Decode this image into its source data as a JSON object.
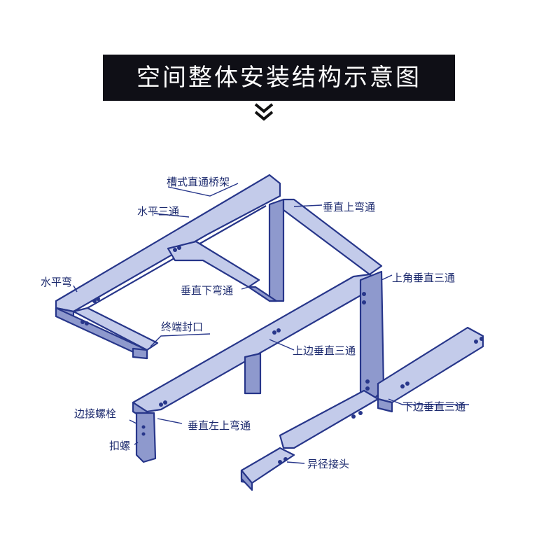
{
  "banner": {
    "title": "空间整体安装结构示意图"
  },
  "colors": {
    "banner_bg": "#0f0f16",
    "banner_text": "#ffffff",
    "tray_fill": "#c3cbea",
    "tray_side": "#8e99cd",
    "tray_stroke": "#27368a",
    "label_text": "#1c2a6e"
  },
  "icons": {
    "chevron": "double-chevron-down-icon"
  },
  "labels": {
    "trough_straight": "槽式直通桥架",
    "horizontal_tee": "水平三通",
    "vertical_up_tee": "垂直上弯通",
    "upper_corner_vertical_tee": "上角垂直三通",
    "horizontal_bend": "水平弯",
    "vertical_down_tee": "垂直下弯通",
    "end_cap": "终端封口",
    "upper_side_vertical_tee": "上边垂直三通",
    "lower_side_vertical_tee": "下边垂直三通",
    "side_bolt": "边接螺栓",
    "vertical_left_up_tee": "垂直左上弯通",
    "buckle_screw": "扣螺",
    "reducer": "异径接头"
  }
}
